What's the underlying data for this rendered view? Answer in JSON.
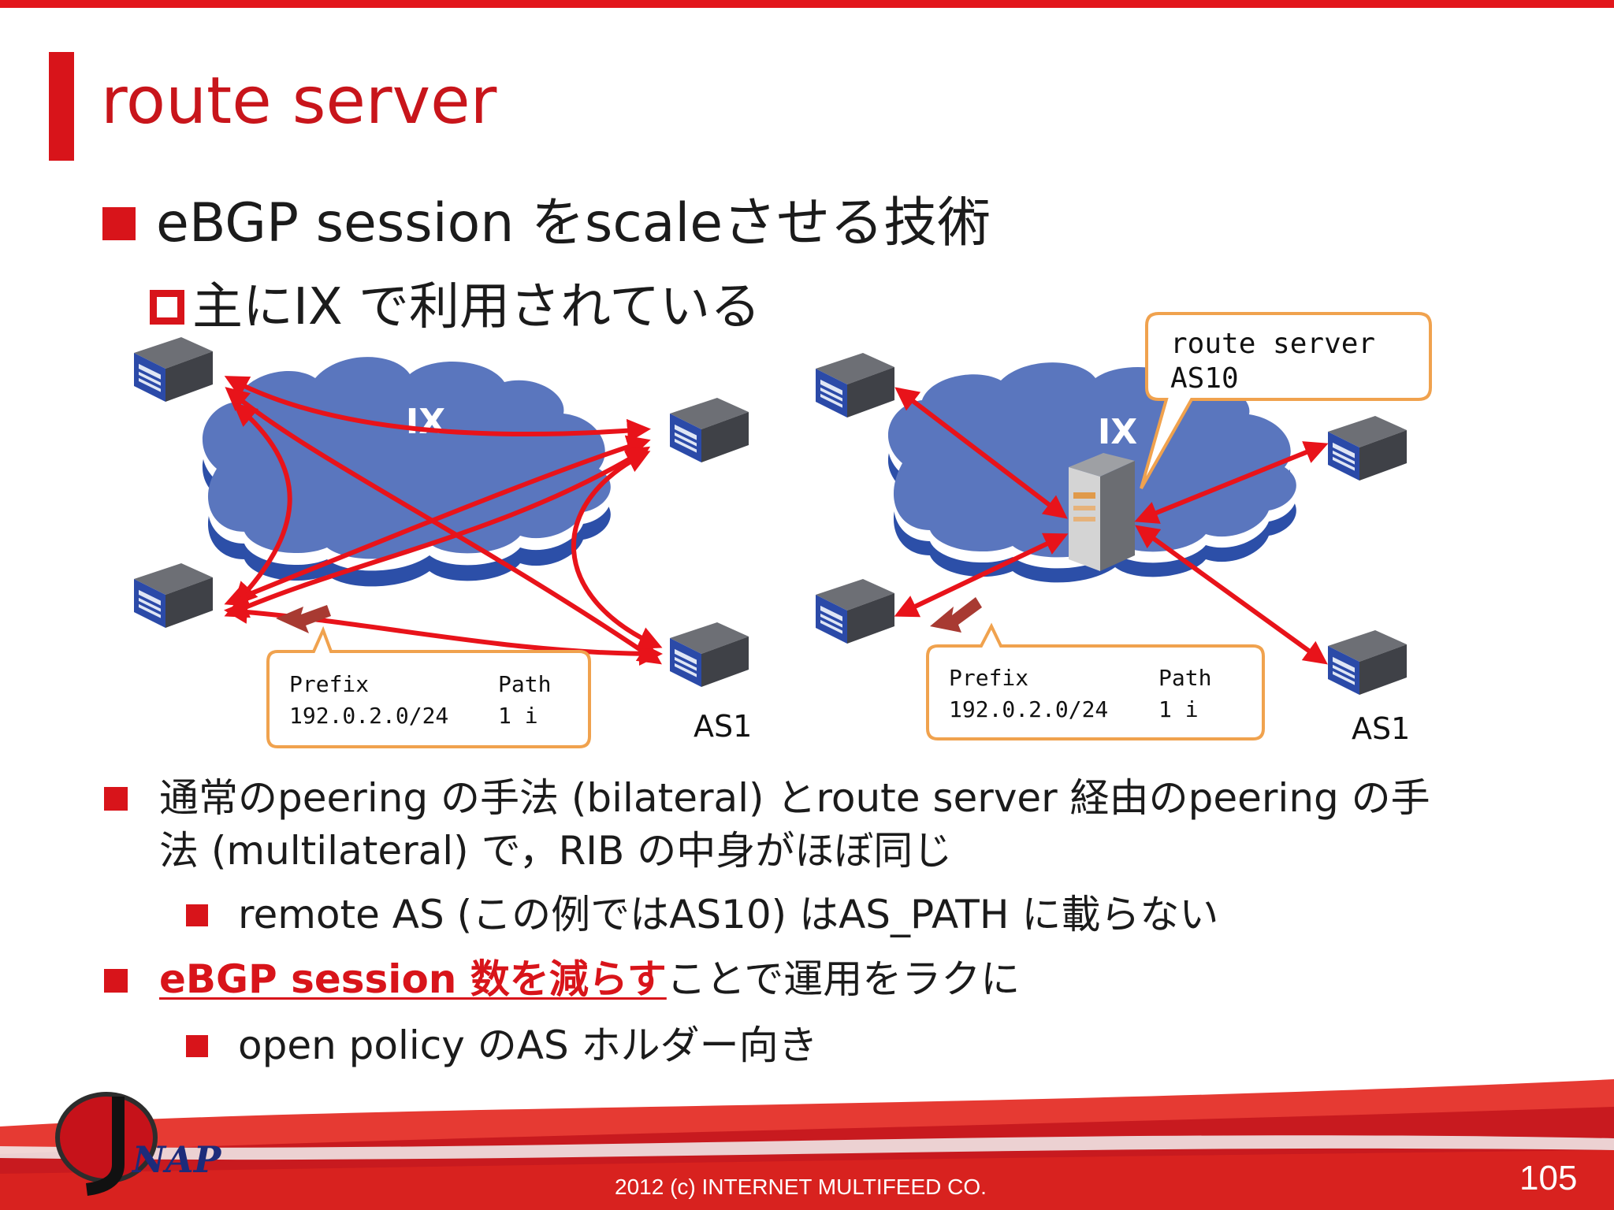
{
  "slide": {
    "title": "route server",
    "bullet1": "eBGP session をscaleさせる技術",
    "sub1": "主にIX で利用されている",
    "bullet2_line1": "通常のpeering の手法 (bilateral) とroute server 経由のpeering の手",
    "bullet2_line2": "法 (multilateral) で，RIB の中身がほぼ同じ",
    "sub2": "remote AS (この例ではAS10) はAS_PATH に載らない",
    "bullet3_highlight": "eBGP session 数を減らす",
    "bullet3_rest": "ことで運用をラクに",
    "sub3": "open policy のAS ホルダー向き"
  },
  "diagram_left": {
    "cloud_label": "IX",
    "as_label": "AS1",
    "table": {
      "col1": "Prefix",
      "col2": "Path",
      "prefix": "192.0.2.0/24",
      "path": "1 i"
    }
  },
  "diagram_right": {
    "cloud_label": "IX",
    "as_label": "AS1",
    "server_callout_line1": "route server",
    "server_callout_line2": "AS10",
    "table": {
      "col1": "Prefix",
      "col2": "Path",
      "prefix": "192.0.2.0/24",
      "path": "1 i"
    }
  },
  "footer": {
    "copyright": "2012 (c) INTERNET MULTIFEED CO.",
    "page_number": "105",
    "logo_text": "NAP"
  },
  "colors": {
    "accent": "#d8141a",
    "cloud": "#5a76be",
    "callout_border": "#f0a24e",
    "arrow": "#e8131a"
  }
}
